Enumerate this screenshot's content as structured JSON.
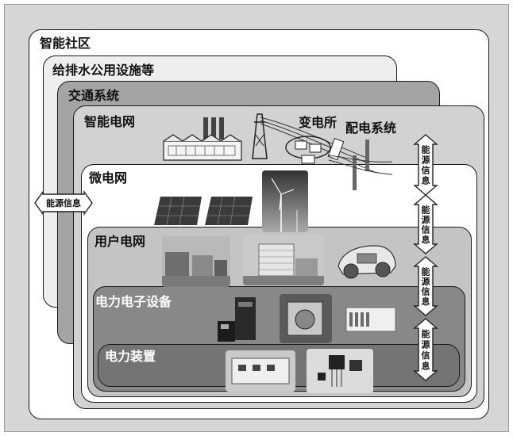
{
  "diagram": {
    "layers": {
      "smart_community": "智能社区",
      "water_utilities": "给排水公用设施等",
      "transport": "交通系统",
      "smart_grid": "智能电网",
      "microgrid": "微电网",
      "user_grid": "用户电网",
      "power_electronics": "电力电子设备",
      "power_devices": "电力装置"
    },
    "grid_labels": {
      "substation": "变电所",
      "distribution": "配电系统"
    },
    "energy_info": "能源信息",
    "energy_info_chars": [
      "能",
      "源",
      "信",
      "息"
    ]
  },
  "colors": {
    "background": "#d6d6d6",
    "community": "#ffffff",
    "water": "#eeeeee",
    "transport": "#a4a4a4",
    "smart_grid": "#d2d2d2",
    "microgrid": "#ffffff",
    "user_grid": "#c4c4c4",
    "power_electronics": "#888888",
    "power_devices": "#747474"
  },
  "icons": {
    "factory": "factory-icon",
    "tower": "transmission-tower-icon",
    "solar": "solar-panel-icon",
    "wind": "wind-turbine-icon",
    "building": "building-icon",
    "car": "car-icon"
  }
}
